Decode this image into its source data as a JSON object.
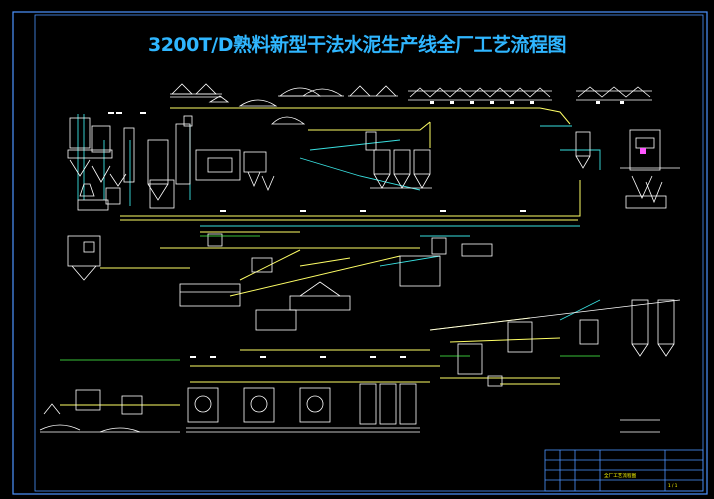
{
  "title": "3200T/D熟料新型干法水泥生产线全厂工艺流程图",
  "title_block": {
    "drawing_name": "全厂工艺流程图",
    "sheet": "1 / 1"
  },
  "colors": {
    "background": "#000000",
    "frame": "#4d94ff",
    "title": "#2fb6ff",
    "equipment": "#ffffff",
    "flow_main": "#ffff66",
    "flow_alt": "#ffff00",
    "pipe_cyan": "#39e1e1",
    "accent_green": "#4dff4d",
    "accent_magenta": "#ff55ff",
    "title_block_text": "#ffff00"
  }
}
